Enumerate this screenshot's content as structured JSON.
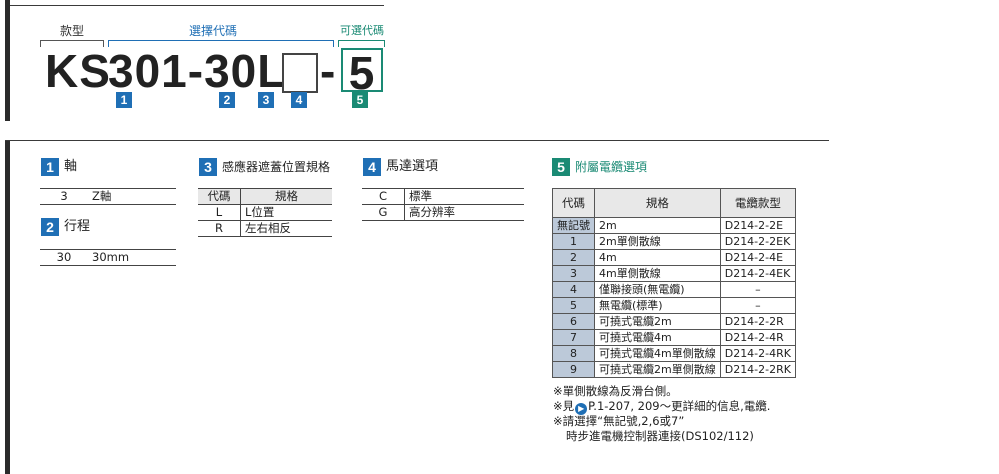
{
  "header": {
    "label_model": "款型",
    "label_select": "選擇代碼",
    "label_optional": "可選代碼",
    "prefix": "KS",
    "code_main": "301-30L",
    "dash": "-",
    "code_optional": "5",
    "badges": [
      "1",
      "2",
      "3",
      "4",
      "5"
    ]
  },
  "sections": {
    "s1": {
      "num": "1",
      "title": "軸",
      "rows": [
        [
          "3",
          "Z軸"
        ]
      ]
    },
    "s2": {
      "num": "2",
      "title": "行程",
      "rows": [
        [
          "30",
          "30mm"
        ]
      ]
    },
    "s3": {
      "num": "3",
      "title": "感應器遮蓋位置規格",
      "headers": [
        "代碼",
        "規格"
      ],
      "rows": [
        [
          "L",
          "L位置"
        ],
        [
          "R",
          "左右相反"
        ]
      ]
    },
    "s4": {
      "num": "4",
      "title": "馬達選項",
      "rows": [
        [
          "C",
          "標準"
        ],
        [
          "G",
          "高分辨率"
        ]
      ]
    },
    "s5": {
      "num": "5",
      "title": "附屬電纜選項",
      "headers": [
        "代碼",
        "規格",
        "電纜款型"
      ],
      "rows": [
        [
          "無記號",
          "2m",
          "D214-2-2E"
        ],
        [
          "1",
          "2m單側散線",
          "D214-2-2EK"
        ],
        [
          "2",
          "4m",
          "D214-2-4E"
        ],
        [
          "3",
          "4m單側散線",
          "D214-2-4EK"
        ],
        [
          "4",
          "僅聯接頭(無電纜)",
          "–"
        ],
        [
          "5",
          "無電纜(標準)",
          "–"
        ],
        [
          "6",
          "可撓式電纜2m",
          "D214-2-2R"
        ],
        [
          "7",
          "可撓式電纜4m",
          "D214-2-4R"
        ],
        [
          "8",
          "可撓式電纜4m單側散線",
          "D214-2-4RK"
        ],
        [
          "9",
          "可撓式電纜2m單側散線",
          "D214-2-2RK"
        ]
      ]
    }
  },
  "notes": {
    "n1": "※單側散線為反滑台側。",
    "n2_pre": "※見",
    "n2_post": "P.1-207, 209〜更詳細的信息,電纜.",
    "n3": "※請選擇“無記號,2,6或7”",
    "n4": "時步進電機控制器連接(DS102/112)"
  },
  "colors": {
    "accent_blue": "#1f6fb5",
    "accent_teal": "#1a8a74",
    "code_cell": "#bcc9d9"
  }
}
